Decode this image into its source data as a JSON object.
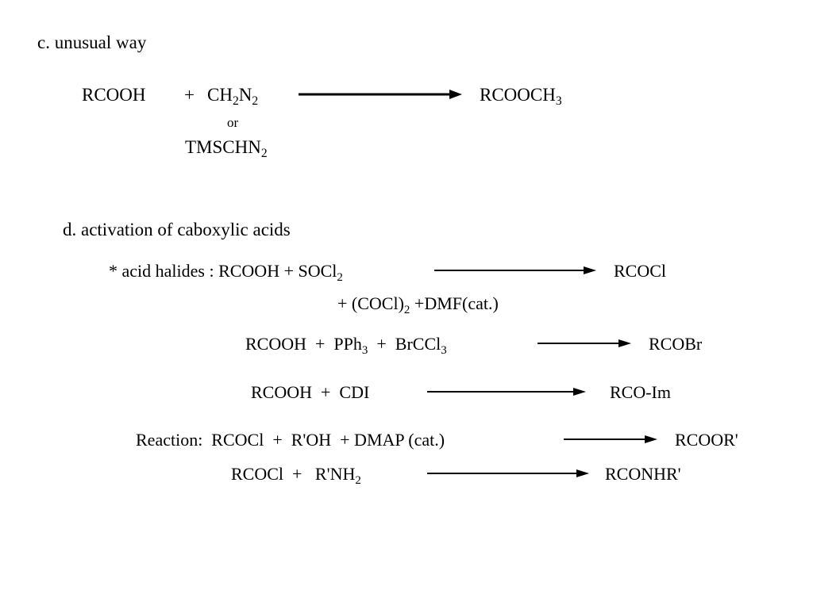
{
  "section_c": {
    "heading": "c. unusual way",
    "reactant_1": "RCOOH",
    "plus": "+",
    "reagent_ch2n2": [
      "CH",
      "2",
      "N",
      "2"
    ],
    "product": [
      "RCOOCH",
      "3"
    ],
    "or_label": "or",
    "reagent_tmschn2": [
      "TMSCHN",
      "2"
    ]
  },
  "section_d": {
    "heading": "d. activation of caboxylic acids",
    "acid_halides": {
      "prefix": "* acid halides : RCOOH + SOCl",
      "prefix_sub": "2",
      "product": "RCOCl",
      "alt_reagent_a": "+ (COCl)",
      "alt_reagent_sub": "2",
      "alt_reagent_b": " +DMF(cat.)"
    },
    "pph3": {
      "left_a": "RCOOH  +  PPh",
      "left_sub_a": "3",
      "left_b": "  +  BrCCl",
      "left_sub_b": "3",
      "product": "RCOBr"
    },
    "cdi": {
      "left": "RCOOH  +  CDI",
      "product": "RCO-Im"
    },
    "reaction_ester": {
      "left": "Reaction:  RCOCl  +  R'OH  + DMAP (cat.)",
      "product": "RCOOR'"
    },
    "reaction_amide": {
      "left_a": "RCOCl  +   R'NH",
      "left_sub": "2",
      "product": "RCONHR'"
    }
  }
}
